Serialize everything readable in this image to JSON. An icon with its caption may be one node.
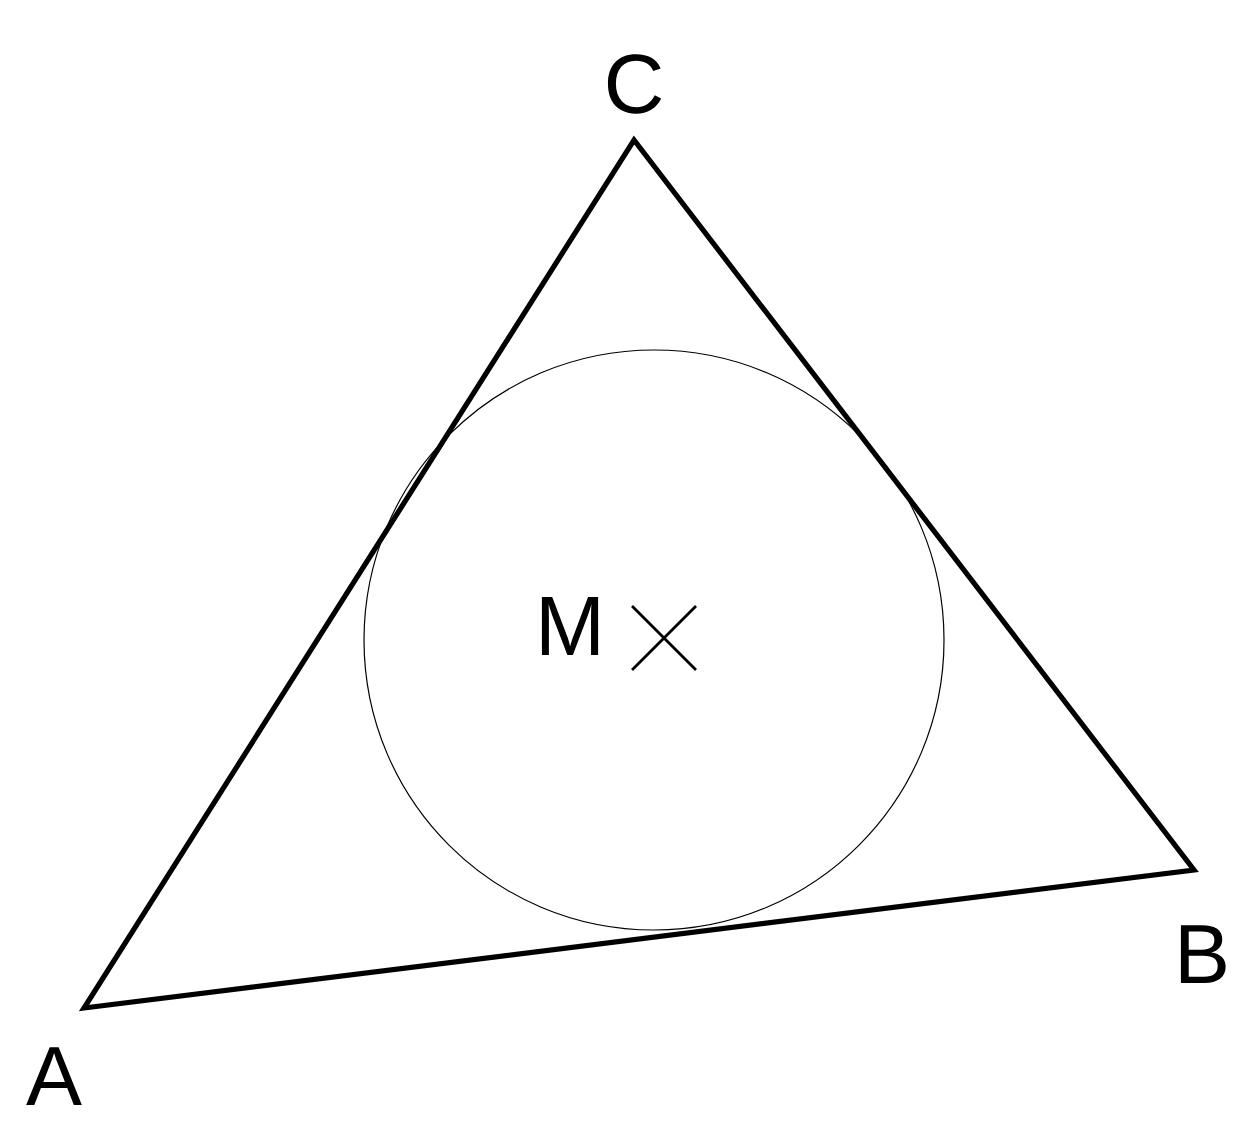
{
  "diagram": {
    "labels": [
      "C",
      "M",
      "B",
      "A"
    ]
  }
}
